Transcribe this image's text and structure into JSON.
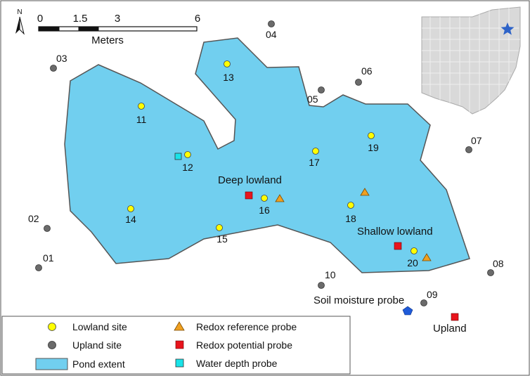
{
  "colors": {
    "pond": "#71cfef",
    "lowland": "#ffff00",
    "upland": "#6b6b6b",
    "redox_reference": "#f0a020",
    "redox_potential": "#e8141c",
    "water_depth": "#19e3e8",
    "soil_moisture": "#1f5bd9",
    "star": "#2e63c8",
    "state_fill": "#d9d9d9"
  },
  "north_arrow": {
    "label": "N"
  },
  "scale_bar": {
    "ticks": [
      "0",
      "1.5",
      "3",
      "6"
    ],
    "unit": "Meters"
  },
  "inset": {
    "region": "Ohio",
    "marker": "star-icon"
  },
  "zones": {
    "deep": "Deep lowland",
    "shallow": "Shallow lowland",
    "upland": "Upland"
  },
  "soil_moisture_label": "Soil moisture probe",
  "sites": {
    "lowland": [
      "11",
      "12",
      "13",
      "14",
      "15",
      "16",
      "17",
      "18",
      "19",
      "20"
    ],
    "upland": [
      "01",
      "02",
      "03",
      "04",
      "05",
      "06",
      "07",
      "08",
      "09",
      "10"
    ]
  },
  "legend": {
    "lowland": "Lowland site",
    "upland": "Upland site",
    "pond": "Pond extent",
    "redox_reference": "Redox reference  probe",
    "redox_potential": "Redox potential probe",
    "water_depth": "Water depth probe"
  }
}
